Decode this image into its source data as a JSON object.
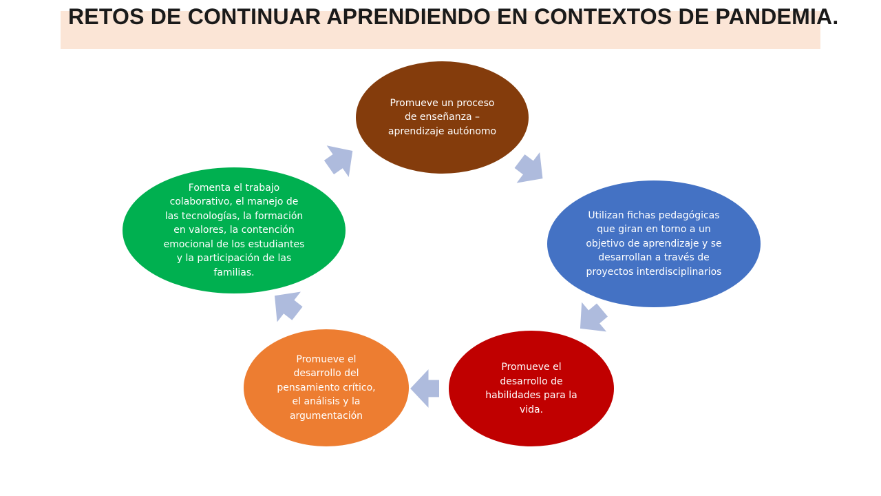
{
  "title": "RETOS DE CONTINUAR APRENDIENDO EN CONTEXTOS DE PANDEMIA.",
  "nodes": [
    {
      "text": "Promueve un proceso\nde enseñanza –\naprendizaje autónomo",
      "color": "#843c0c"
    },
    {
      "text": "Utilizan fichas pedagógicas\nque giran en torno a un\nobjetivo de aprendizaje y se\ndesarrollan a través de\nproyectos interdisciplinarios",
      "color": "#4472c4"
    },
    {
      "text": "Promueve el\ndesarrollo de\nhabilidades para la\nvida.",
      "color": "#c00000"
    },
    {
      "text": "Promueve el\ndesarrollo del\npensamiento crítico,\nel análisis y la\nargumentación",
      "color": "#ed7d31"
    },
    {
      "text": "Fomenta el trabajo\ncolaborativo, el manejo de\nlas tecnologías, la formación\nen valores, la contención\nemocional de los estudiantes\ny la participación de las\nfamilias.",
      "color": "#00b050"
    }
  ],
  "arrow_color": "#aebbdd",
  "title_band_color": "#fbe5d6"
}
